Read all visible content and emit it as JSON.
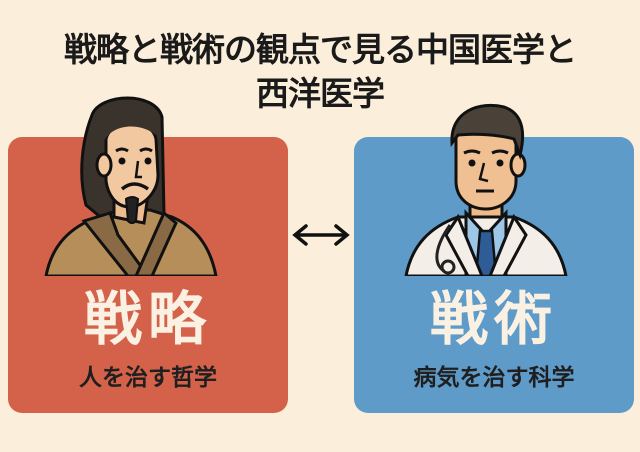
{
  "title": {
    "line1": "戦略と戦術の観点で見る中国医学と",
    "line2": "西洋医学"
  },
  "cards": [
    {
      "id": "strategy",
      "heading": "戦略",
      "subtitle": "人を治す哲学",
      "figure": "chinese-physician-portrait",
      "color": "#D4624B"
    },
    {
      "id": "tactics",
      "heading": "戦術",
      "subtitle": "病気を治す科学",
      "figure": "western-doctor-portrait",
      "color": "#5F9BC8"
    }
  ],
  "connector": {
    "icon": "double-arrow-icon",
    "glyph": "⟷"
  },
  "colors": {
    "background": "#FBEEDA",
    "title": "#1a1a1a",
    "heading_text": "#FBF1E3"
  }
}
